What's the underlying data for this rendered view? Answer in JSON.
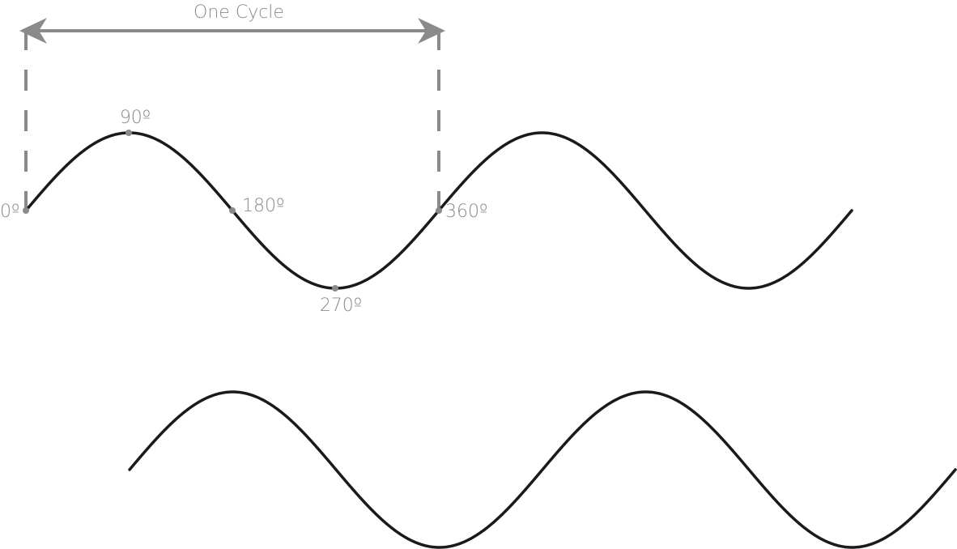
{
  "diagram": {
    "title": "One Cycle",
    "labels": {
      "deg0": "0º",
      "deg90": "90º",
      "deg180": "180º",
      "deg270": "270º",
      "deg360": "360º"
    },
    "colors": {
      "wave": "#1a1a1a",
      "annotation": "#8a8a8a",
      "marker": "#8a8a8a",
      "background": "#ffffff"
    }
  }
}
